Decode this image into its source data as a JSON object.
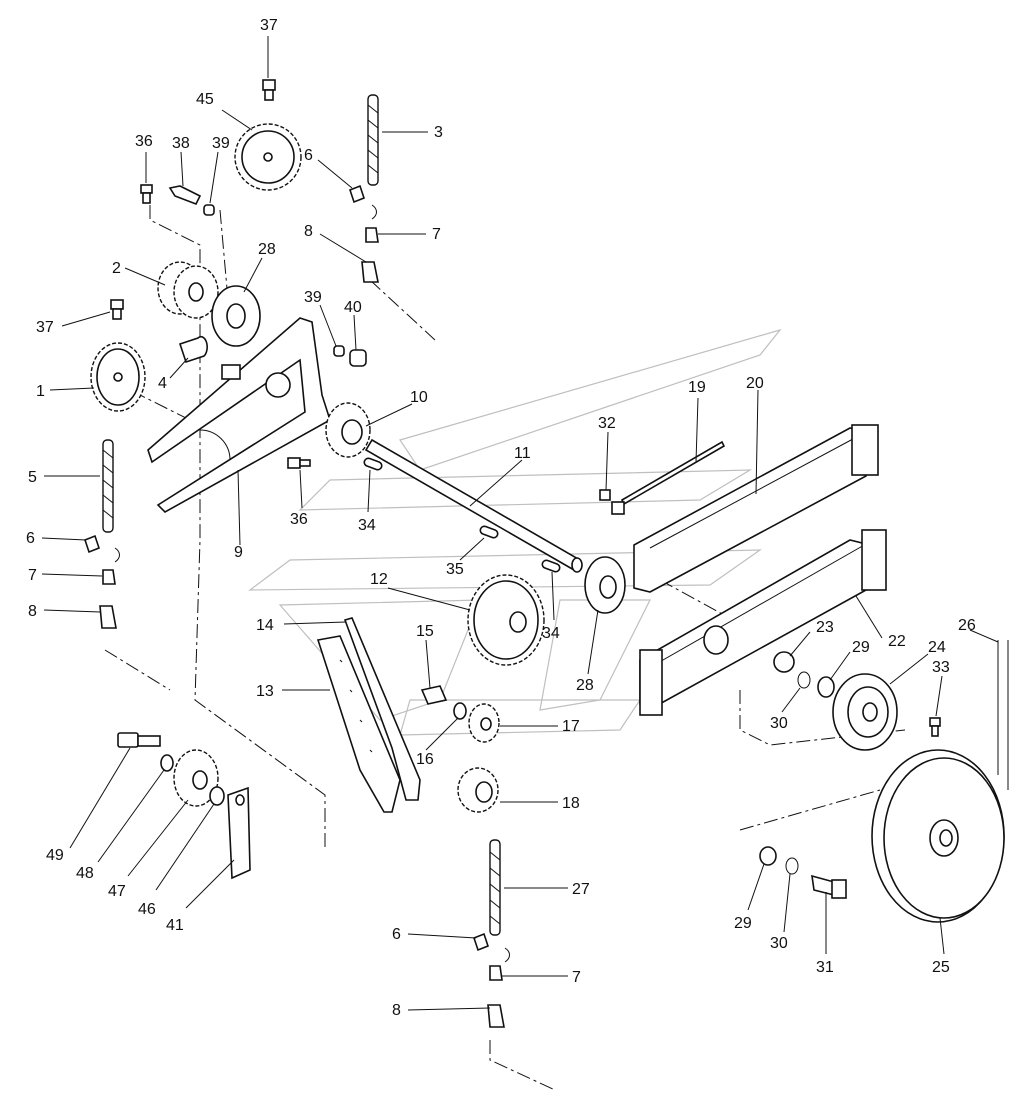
{
  "diagram": {
    "callouts": [
      {
        "id": "c-37a",
        "text": "37"
      },
      {
        "id": "c-45",
        "text": "45"
      },
      {
        "id": "c-3",
        "text": "3"
      },
      {
        "id": "c-36a",
        "text": "36"
      },
      {
        "id": "c-38",
        "text": "38"
      },
      {
        "id": "c-39a",
        "text": "39"
      },
      {
        "id": "c-6a",
        "text": "6"
      },
      {
        "id": "c-8a",
        "text": "8"
      },
      {
        "id": "c-7a",
        "text": "7"
      },
      {
        "id": "c-2",
        "text": "2"
      },
      {
        "id": "c-28a",
        "text": "28"
      },
      {
        "id": "c-39b",
        "text": "39"
      },
      {
        "id": "c-40",
        "text": "40"
      },
      {
        "id": "c-37b",
        "text": "37"
      },
      {
        "id": "c-4",
        "text": "4"
      },
      {
        "id": "c-1",
        "text": "1"
      },
      {
        "id": "c-10",
        "text": "10"
      },
      {
        "id": "c-19",
        "text": "19"
      },
      {
        "id": "c-20",
        "text": "20"
      },
      {
        "id": "c-32",
        "text": "32"
      },
      {
        "id": "c-11",
        "text": "11"
      },
      {
        "id": "c-5",
        "text": "5"
      },
      {
        "id": "c-9",
        "text": "9"
      },
      {
        "id": "c-36b",
        "text": "36"
      },
      {
        "id": "c-34a",
        "text": "34"
      },
      {
        "id": "c-6b",
        "text": "6"
      },
      {
        "id": "c-35",
        "text": "35"
      },
      {
        "id": "c-7b",
        "text": "7"
      },
      {
        "id": "c-12",
        "text": "12"
      },
      {
        "id": "c-34b",
        "text": "34"
      },
      {
        "id": "c-8b",
        "text": "8"
      },
      {
        "id": "c-14",
        "text": "14"
      },
      {
        "id": "c-15",
        "text": "15"
      },
      {
        "id": "c-22",
        "text": "22"
      },
      {
        "id": "c-26",
        "text": "26"
      },
      {
        "id": "c-23",
        "text": "23"
      },
      {
        "id": "c-29a",
        "text": "29"
      },
      {
        "id": "c-24",
        "text": "24"
      },
      {
        "id": "c-33",
        "text": "33"
      },
      {
        "id": "c-13",
        "text": "13"
      },
      {
        "id": "c-28b",
        "text": "28"
      },
      {
        "id": "c-30a",
        "text": "30"
      },
      {
        "id": "c-17",
        "text": "17"
      },
      {
        "id": "c-16",
        "text": "16"
      },
      {
        "id": "c-18",
        "text": "18"
      },
      {
        "id": "c-49",
        "text": "49"
      },
      {
        "id": "c-48",
        "text": "48"
      },
      {
        "id": "c-47",
        "text": "47"
      },
      {
        "id": "c-46",
        "text": "46"
      },
      {
        "id": "c-41",
        "text": "41"
      },
      {
        "id": "c-27",
        "text": "27"
      },
      {
        "id": "c-6c",
        "text": "6"
      },
      {
        "id": "c-7c",
        "text": "7"
      },
      {
        "id": "c-8c",
        "text": "8"
      },
      {
        "id": "c-29b",
        "text": "29"
      },
      {
        "id": "c-30b",
        "text": "30"
      },
      {
        "id": "c-31",
        "text": "31"
      },
      {
        "id": "c-25",
        "text": "25"
      }
    ]
  }
}
